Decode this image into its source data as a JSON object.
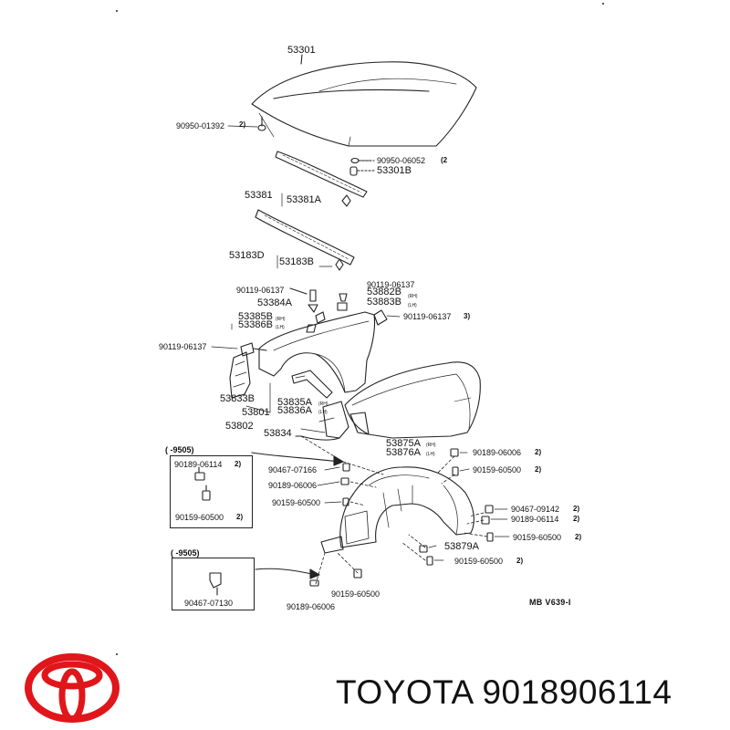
{
  "diagram": {
    "labels": {
      "p53301": "53301",
      "p90950_01392": "90950-01392",
      "p90950_06052": "90950-06052",
      "p53301B": "53301B",
      "p53381": "53381",
      "p53381A": "53381A",
      "p53183D": "53183D",
      "p53183B": "53183B",
      "p90119_06137_a": "90119-06137",
      "p90119_06137_b": "90119-06137",
      "p90119_06137_c": "90119-06137",
      "p90119_06137_d": "90119-06137",
      "p53384A": "53384A",
      "p53882B": "53882B",
      "p53883B": "53883B",
      "p53385B": "53385B",
      "p53386B": "53386B",
      "p53833B": "53833B",
      "p53835A": "53835A",
      "p53836A": "53836A",
      "p53801": "53801",
      "p53802": "53802",
      "p53834": "53834",
      "p53875A": "53875A",
      "p53876A": "53876A",
      "p90189_06006_a": "90189-06006",
      "p90159_60500_a": "90159-60500",
      "p90467_07166": "90467-07166",
      "p90189_06006_b": "90189-06006",
      "p90159_60500_b": "90159-60500",
      "p90467_09142": "90467-09142",
      "p90189_06114_a": "90189-06114",
      "p90159_60500_c": "90159-60500",
      "p53879A": "53879A",
      "p90159_60500_d": "90159-60500",
      "p90159_60500_e": "90159-60500",
      "p90189_06006_c": "90189-06006",
      "box1_header": "(     -9505)",
      "box1_p1": "90189-06114",
      "box1_p2": "90159-60500",
      "box2_header": "(     -9505)",
      "box2_p1": "90467-07130",
      "rh": "(RH)",
      "lh": "(LH)",
      "ref": "MB  V639-I"
    },
    "quantities": {
      "q2": "2)",
      "q2b": "(2",
      "q3": "3)"
    }
  },
  "branding": {
    "name": "TOYOTA",
    "part_number": "9018906114",
    "logo_color": "#e0161b"
  }
}
